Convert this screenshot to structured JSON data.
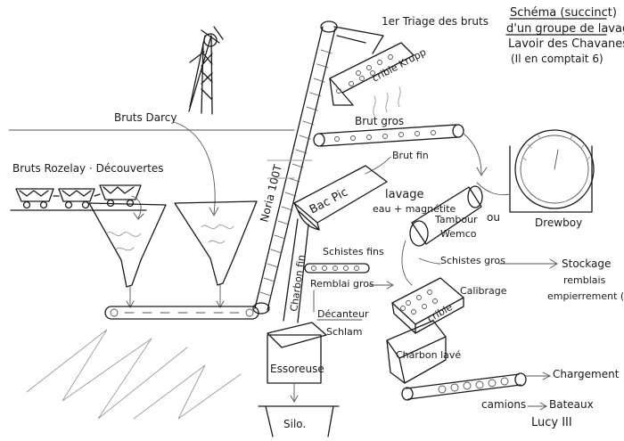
{
  "title": {
    "line1": "Schéma (succinct)",
    "line2": "d'un groupe de lavage",
    "line3": "Lavoir des Chavanes",
    "line4": "(Il en comptait 6)"
  },
  "labels": {
    "triage": "1er Triage des bruts",
    "crible_krupp": "crible Krupp",
    "bruts_darcy": "Bruts Darcy",
    "bruts_rozelay": "Bruts Rozelay · Découvertes",
    "noria": "Noria 100T",
    "brut_gros": "Brut gros",
    "brut_fin": "Brut fin",
    "bac_pic": "Bac Pic",
    "lavage": "lavage",
    "eau_magnetite": "eau + magnétite",
    "tambour": "Tambour",
    "wemco": "Wemco",
    "ou": "ou",
    "drewboy": "Drewboy",
    "schistes_fins": "Schistes fins",
    "remblai_gros": "Remblai gros",
    "decanteur": "Décanteur",
    "schlam": "Schlam",
    "charbon_fin": "Charbon fin",
    "schistes_gros": "Schistes gros",
    "stockage": "Stockage",
    "remblais": "remblais",
    "empierrement": "empierrement (r",
    "calibrage": "Calibrage",
    "crible": "crible",
    "charbon_lave": "Charbon lavé",
    "essoreuse": "Essoreuse",
    "silo": "Silo.",
    "chargement": "Chargement",
    "camions": "camions",
    "bateaux": "Bateaux",
    "lucy": "Lucy III"
  },
  "colors": {
    "ink": "#1a1a1a",
    "pencil": "#555555",
    "faint": "#9a9a9a"
  }
}
